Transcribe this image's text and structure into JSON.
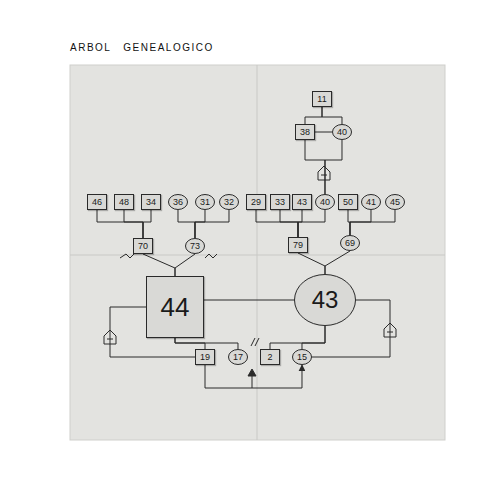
{
  "diagram": {
    "title": "ARBOL GENEALOGICO",
    "nodes": [
      {
        "text": [
          "11"
        ]
      },
      {
        "text": [
          "38"
        ]
      },
      {
        "text": [
          "40"
        ]
      },
      {
        "text": [
          "46"
        ]
      },
      {
        "text": [
          "48"
        ]
      },
      {
        "text": [
          "34"
        ]
      },
      {
        "text": [
          "36"
        ]
      },
      {
        "text": [
          "31"
        ]
      },
      {
        "text": [
          "32"
        ]
      },
      {
        "text": [
          "29"
        ]
      },
      {
        "text": [
          "33"
        ]
      },
      {
        "text": [
          "43"
        ]
      },
      {
        "text": [
          "40"
        ]
      },
      {
        "text": [
          "50"
        ]
      },
      {
        "text": [
          "41"
        ]
      },
      {
        "text": [
          "45"
        ]
      },
      {
        "text": [
          "70"
        ]
      },
      {
        "text": [
          "73"
        ]
      },
      {
        "text": [
          "79"
        ]
      },
      {
        "text": [
          "69"
        ]
      },
      {
        "text": [
          "44"
        ]
      },
      {
        "text": [
          "43"
        ]
      },
      {
        "text": [
          "19"
        ]
      },
      {
        "text": [
          "17"
        ]
      },
      {
        "text": [
          "2"
        ]
      },
      {
        "text": [
          "15"
        ]
      }
    ],
    "edges": [
      {
        "from": 0,
        "to": 1,
        "arrow": "none"
      },
      {
        "from": 0,
        "to": 2,
        "arrow": "none"
      },
      {
        "from": 1,
        "to": 2,
        "arrow": "none"
      },
      {
        "from": 1,
        "to": 12,
        "arrow": "none"
      },
      {
        "from": 2,
        "to": 12,
        "arrow": "none"
      },
      {
        "from": 3,
        "to": 16,
        "arrow": "none"
      },
      {
        "from": 4,
        "to": 16,
        "arrow": "none"
      },
      {
        "from": 5,
        "to": 16,
        "arrow": "none"
      },
      {
        "from": 6,
        "to": 17,
        "arrow": "none"
      },
      {
        "from": 7,
        "to": 17,
        "arrow": "none"
      },
      {
        "from": 8,
        "to": 17,
        "arrow": "none"
      },
      {
        "from": 9,
        "to": 18,
        "arrow": "none"
      },
      {
        "from": 10,
        "to": 18,
        "arrow": "none"
      },
      {
        "from": 11,
        "to": 18,
        "arrow": "none"
      },
      {
        "from": 12,
        "to": 18,
        "arrow": "none"
      },
      {
        "from": 13,
        "to": 19,
        "arrow": "none"
      },
      {
        "from": 14,
        "to": 19,
        "arrow": "none"
      },
      {
        "from": 15,
        "to": 19,
        "arrow": "none"
      },
      {
        "from": 16,
        "to": 20,
        "arrow": "none"
      },
      {
        "from": 17,
        "to": 20,
        "arrow": "none"
      },
      {
        "from": 18,
        "to": 21,
        "arrow": "none"
      },
      {
        "from": 19,
        "to": 21,
        "arrow": "none"
      },
      {
        "from": 20,
        "to": 21,
        "arrow": "none"
      },
      {
        "from": 20,
        "to": 22,
        "arrow": "none"
      },
      {
        "from": 20,
        "to": 23,
        "arrow": "none"
      },
      {
        "from": 21,
        "to": 24,
        "arrow": "none"
      },
      {
        "from": 21,
        "to": 25,
        "arrow": "none"
      },
      {
        "from": 20,
        "to": 22,
        "arrow": "none"
      },
      {
        "from": 21,
        "to": 25,
        "arrow": "none"
      },
      {
        "from": 22,
        "to": 25,
        "arrow": "to"
      }
    ]
  }
}
